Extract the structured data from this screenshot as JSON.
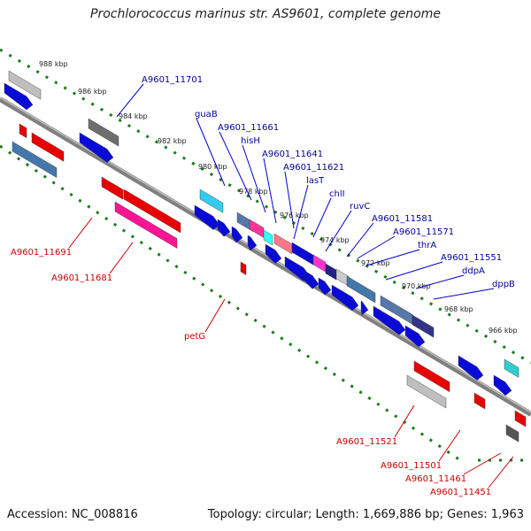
{
  "title": "Prochlorococcus marinus str. AS9601, complete genome",
  "footer": {
    "accession": "Accession: NC_008816",
    "summary": "Topology: circular; Length: 1,669,886 bp; Genes: 1,963"
  },
  "colors": {
    "forward_cds": "#0000cc",
    "reverse_cds": "#ff0000",
    "backbone": "#7a7a7a",
    "ticks": "#1a7a1a",
    "label_forward": "#000099",
    "label_reverse": "#cc0000"
  },
  "kbp_ticks": [
    "988 kbp",
    "986 kbp",
    "984 kbp",
    "982 kbp",
    "980 kbp",
    "978 kbp",
    "976 kbp",
    "974 kbp",
    "972 kbp",
    "970 kbp",
    "968 kbp",
    "966 kbp"
  ],
  "forward_labels": [
    "A9601_11701",
    "guaB",
    "A9601_11661",
    "hisH",
    "A9601_11641",
    "A9601_11621",
    "lasT",
    "chlI",
    "ruvC",
    "A9601_11581",
    "A9601_11571",
    "thrA",
    "A9601_11551",
    "ddpA",
    "dppB"
  ],
  "reverse_labels": [
    "A9601_11691",
    "A9601_11681",
    "petG",
    "A9601_11521",
    "A9601_11501",
    "A9601_11461",
    "A9601_11451"
  ]
}
